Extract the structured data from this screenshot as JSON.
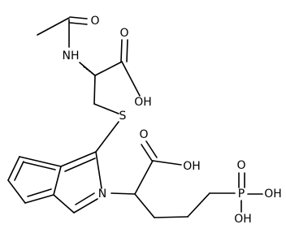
{
  "molecule": {
    "labels": {
      "acetyl_o": "O",
      "amide_nh": "NH",
      "acid1_o": "O",
      "acid1_oh": "OH",
      "sulfur": "S",
      "acid2_o": "O",
      "acid2_oh": "OH",
      "isoindole_n": "N",
      "phosphorus": "P",
      "phos_o": "O",
      "phos_oh1": "OH",
      "phos_oh2": "OH"
    }
  }
}
